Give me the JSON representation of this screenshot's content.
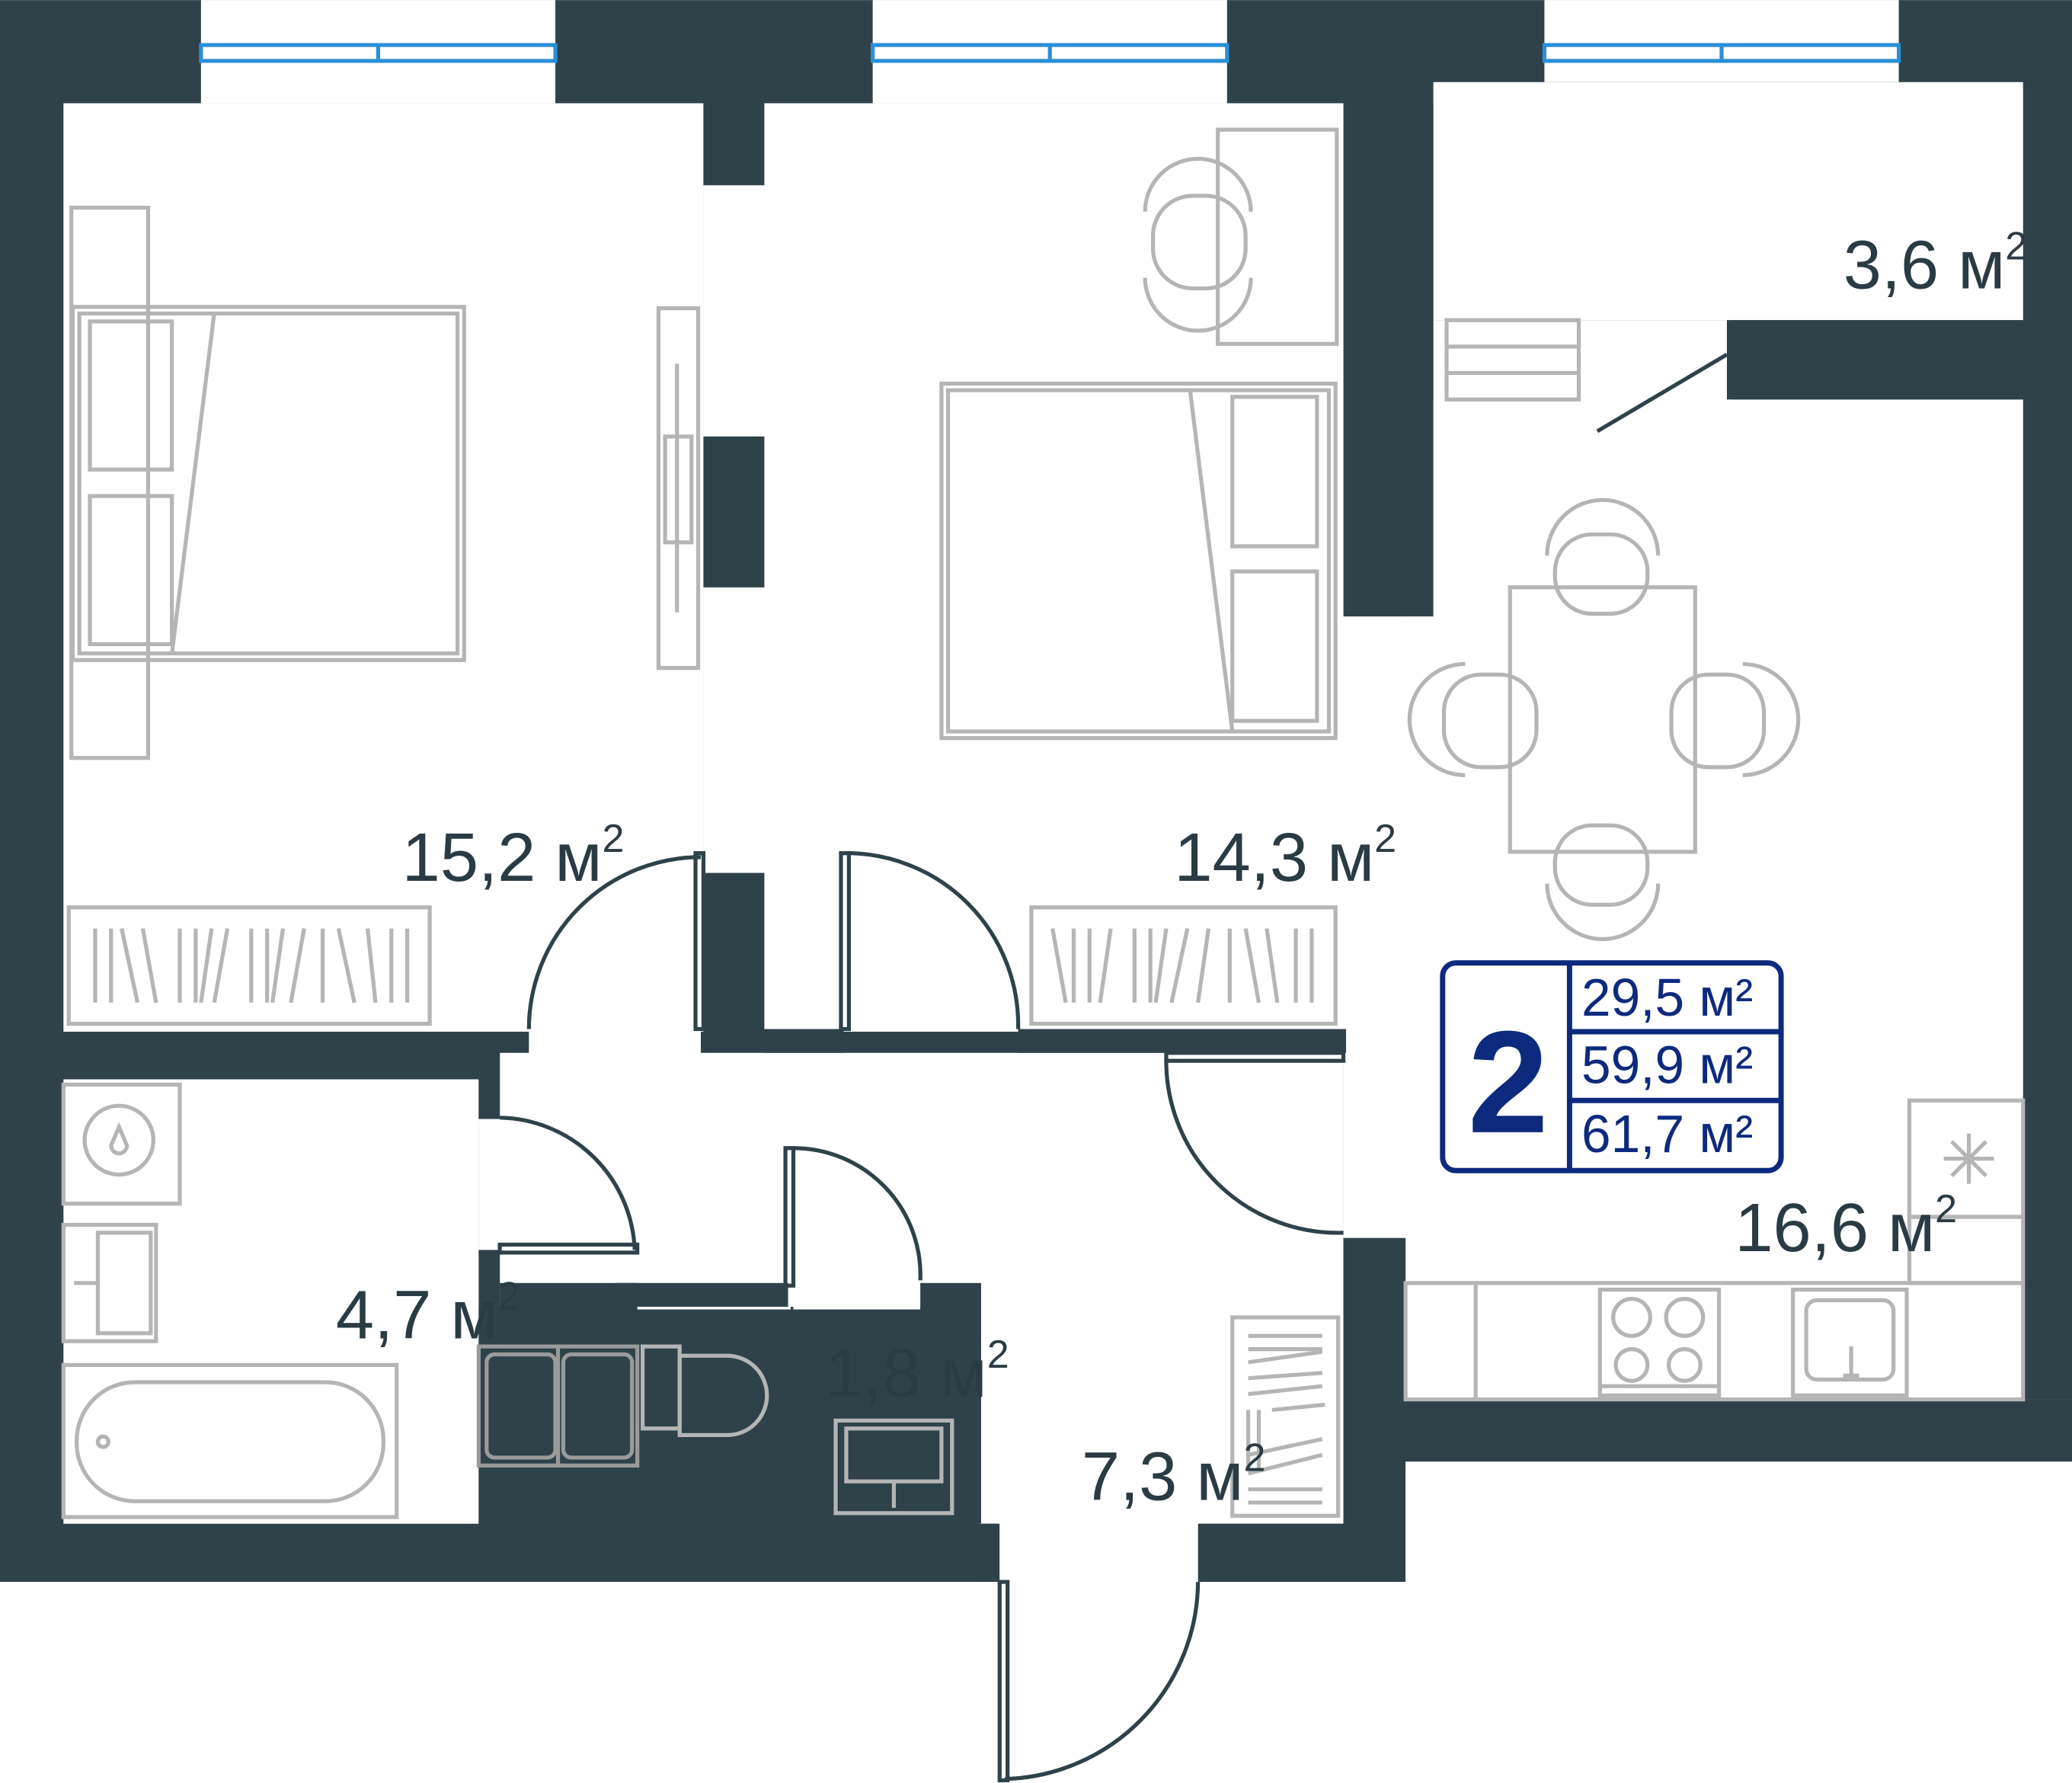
{
  "plan": {
    "rooms_count": "2",
    "areas": [
      {
        "value": "29,5 м²"
      },
      {
        "value": "59,9 м²"
      },
      {
        "value": "61,7 м²"
      }
    ],
    "rooms": [
      {
        "id": "bedroom-1",
        "label": "15,2 м",
        "sup": "2"
      },
      {
        "id": "bedroom-2",
        "label": "14,3 м",
        "sup": "2"
      },
      {
        "id": "storage",
        "label": "3,6 м",
        "sup": "2"
      },
      {
        "id": "kitchen-living",
        "label": "16,6 м",
        "sup": "2"
      },
      {
        "id": "bathroom",
        "label": "4,7 м",
        "sup": "2"
      },
      {
        "id": "toilet",
        "label": "1,8 м",
        "sup": "2"
      },
      {
        "id": "hallway",
        "label": "7,3 м",
        "sup": "2"
      }
    ]
  },
  "colors": {
    "wall": "#2f424a",
    "accent": "#0d2a7e",
    "window": "#2a8fd6",
    "furniture": "#b5b5b5"
  }
}
